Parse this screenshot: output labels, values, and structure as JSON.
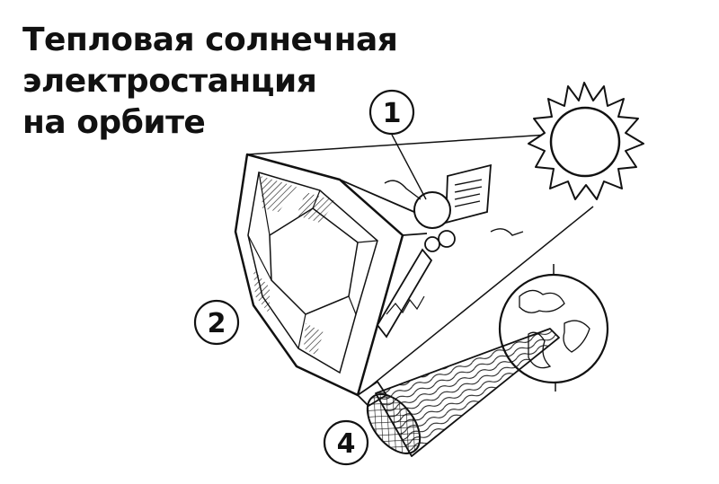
{
  "title_lines": [
    "Тепловая солнечная",
    "электростанция",
    "на орбите"
  ],
  "labels": {
    "one": "1",
    "two": "2",
    "four": "4"
  },
  "colors": {
    "ink": "#111111",
    "background": "#ffffff"
  }
}
